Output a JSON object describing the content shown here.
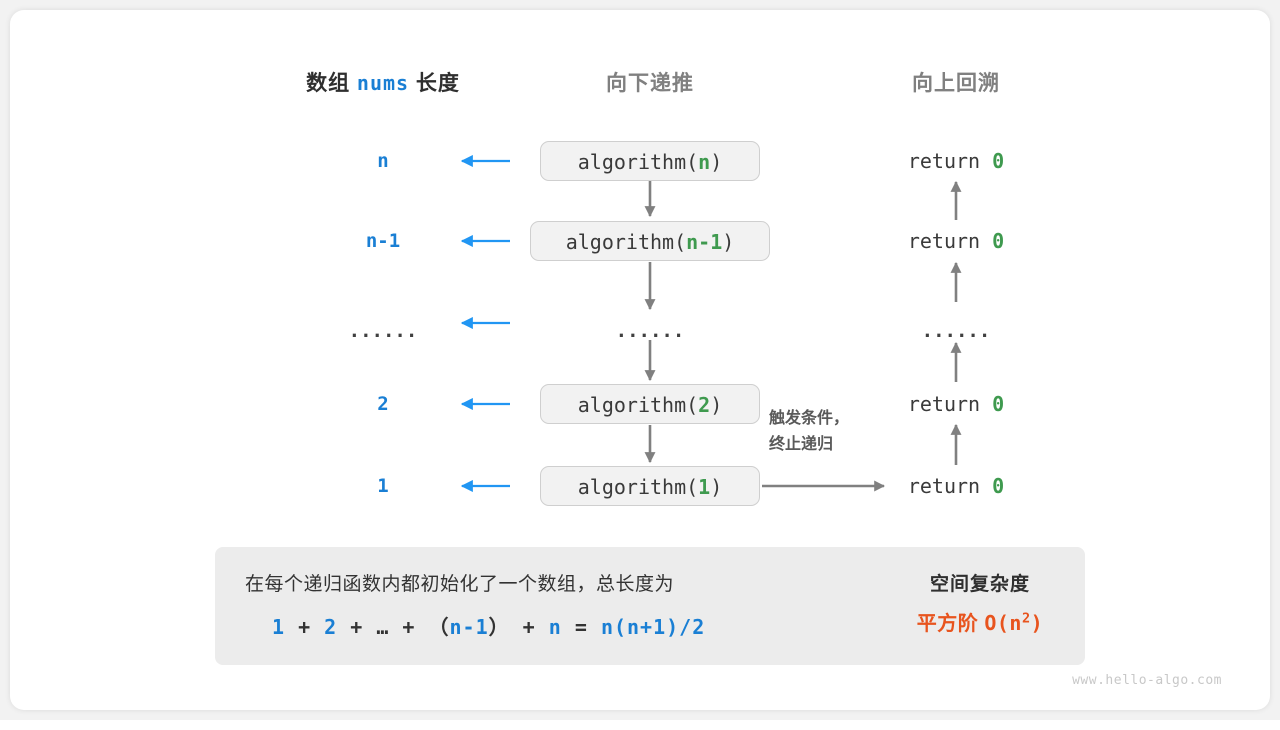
{
  "watermark": "www.hello-algo.com",
  "headers": {
    "left_prefix": "数组",
    "left_mono": "nums",
    "left_suffix": "长度",
    "middle": "向下递推",
    "right": "向上回溯"
  },
  "rows": [
    {
      "length": "n",
      "call_prefix": "algorithm(",
      "call_arg": "n",
      "call_suffix": ")",
      "return_text": "return ",
      "return_value": "0"
    },
    {
      "length": "n-1",
      "call_prefix": "algorithm(",
      "call_arg": "n-1",
      "call_suffix": ")",
      "return_text": "return ",
      "return_value": "0"
    },
    {
      "length": "......",
      "call_prefix": "",
      "call_arg": "......",
      "call_suffix": "",
      "return_text": "",
      "return_value": "......"
    },
    {
      "length": "2",
      "call_prefix": "algorithm(",
      "call_arg": "2",
      "call_suffix": ")",
      "return_text": "return ",
      "return_value": "0"
    },
    {
      "length": "1",
      "call_prefix": "algorithm(",
      "call_arg": "1",
      "call_suffix": ")",
      "return_text": "return ",
      "return_value": "0"
    }
  ],
  "annotation": {
    "line1": "触发条件，",
    "line2": "终止递归"
  },
  "summary": {
    "description": "在每个递归函数内都初始化了一个数组，总长度为",
    "formula_parts": {
      "a": "1",
      "op1": " + ",
      "b": "2",
      "op2": " + … + ",
      "lparen": "（",
      "c": "n-1",
      "rparen": "）",
      "op3": " + ",
      "d": "n",
      "eq": " = ",
      "result": "n(n+1)/2"
    },
    "conclusion_title": "空间复杂度",
    "conclusion_label": "平方阶",
    "conclusion_notation_prefix": "O(n",
    "conclusion_notation_exp": "2",
    "conclusion_notation_suffix": ")"
  },
  "colors": {
    "blue": "#1a7fd4",
    "green": "#3f9a4f",
    "orange": "#e8541e",
    "gray_arrow": "#808080",
    "box_fill": "#f2f2f2",
    "box_border": "#cfcfcf",
    "panel_fill": "#ececec"
  }
}
